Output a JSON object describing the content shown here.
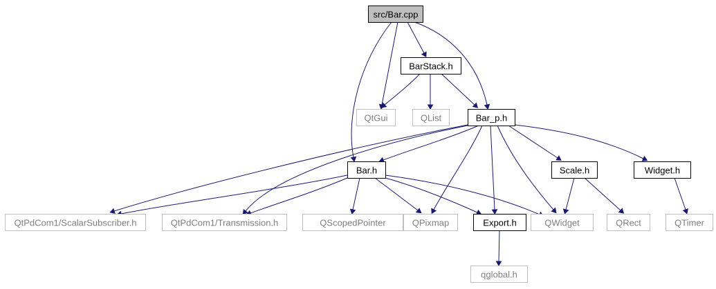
{
  "graph": {
    "nodes": [
      {
        "id": "bar_cpp",
        "label": "src/Bar.cpp",
        "kind": "root"
      },
      {
        "id": "barstack_h",
        "label": "BarStack.h",
        "kind": "local"
      },
      {
        "id": "qtgui",
        "label": "QtGui",
        "kind": "external"
      },
      {
        "id": "qlist",
        "label": "QList",
        "kind": "external"
      },
      {
        "id": "bar_p_h",
        "label": "Bar_p.h",
        "kind": "local"
      },
      {
        "id": "bar_h",
        "label": "Bar.h",
        "kind": "local"
      },
      {
        "id": "scale_h",
        "label": "Scale.h",
        "kind": "local"
      },
      {
        "id": "widget_h",
        "label": "Widget.h",
        "kind": "local"
      },
      {
        "id": "scalar_sub",
        "label": "QtPdCom1/ScalarSubscriber.h",
        "kind": "external"
      },
      {
        "id": "transmission",
        "label": "QtPdCom1/Transmission.h",
        "kind": "external"
      },
      {
        "id": "qscopedpointer",
        "label": "QScopedPointer",
        "kind": "external"
      },
      {
        "id": "qpixmap",
        "label": "QPixmap",
        "kind": "external"
      },
      {
        "id": "export_h",
        "label": "Export.h",
        "kind": "local"
      },
      {
        "id": "qwidget",
        "label": "QWidget",
        "kind": "external"
      },
      {
        "id": "qrect",
        "label": "QRect",
        "kind": "external"
      },
      {
        "id": "qtimer",
        "label": "QTimer",
        "kind": "external"
      },
      {
        "id": "qglobal",
        "label": "qglobal.h",
        "kind": "external"
      }
    ],
    "edges": [
      {
        "from": "bar_cpp",
        "to": "barstack_h"
      },
      {
        "from": "bar_cpp",
        "to": "qtgui"
      },
      {
        "from": "bar_cpp",
        "to": "bar_p_h"
      },
      {
        "from": "bar_cpp",
        "to": "bar_h"
      },
      {
        "from": "barstack_h",
        "to": "qtgui"
      },
      {
        "from": "barstack_h",
        "to": "qlist"
      },
      {
        "from": "barstack_h",
        "to": "bar_p_h"
      },
      {
        "from": "bar_p_h",
        "to": "bar_h"
      },
      {
        "from": "bar_p_h",
        "to": "scalar_sub"
      },
      {
        "from": "bar_p_h",
        "to": "transmission"
      },
      {
        "from": "bar_p_h",
        "to": "qpixmap"
      },
      {
        "from": "bar_p_h",
        "to": "export_h"
      },
      {
        "from": "bar_p_h",
        "to": "qwidget"
      },
      {
        "from": "bar_p_h",
        "to": "scale_h"
      },
      {
        "from": "bar_p_h",
        "to": "widget_h"
      },
      {
        "from": "bar_h",
        "to": "scalar_sub"
      },
      {
        "from": "bar_h",
        "to": "transmission"
      },
      {
        "from": "bar_h",
        "to": "qscopedpointer"
      },
      {
        "from": "bar_h",
        "to": "qpixmap"
      },
      {
        "from": "bar_h",
        "to": "export_h"
      },
      {
        "from": "bar_h",
        "to": "qwidget"
      },
      {
        "from": "scale_h",
        "to": "qwidget"
      },
      {
        "from": "scale_h",
        "to": "qrect"
      },
      {
        "from": "widget_h",
        "to": "qtimer"
      },
      {
        "from": "export_h",
        "to": "qglobal"
      }
    ],
    "colors": {
      "edge": "#191970",
      "root_fill": "#bfbfbf",
      "local_border": "#000000",
      "external_border": "#bfbfbf",
      "external_text": "#7f7f7f"
    }
  }
}
